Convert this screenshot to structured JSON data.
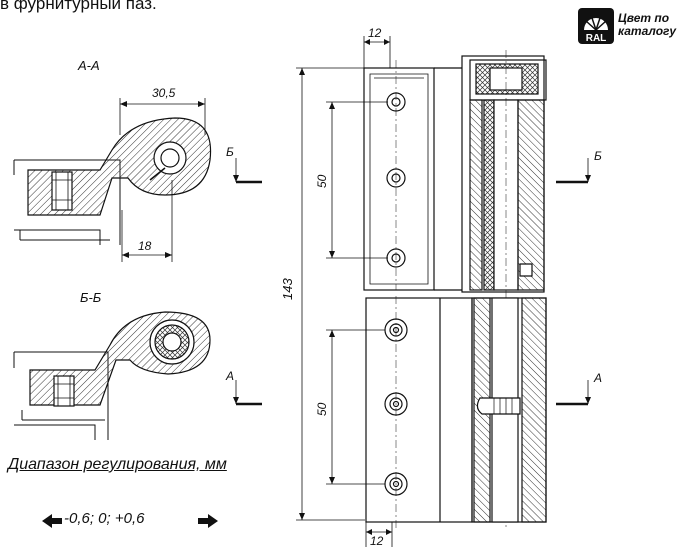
{
  "header": {
    "text": "в фурнитурный паз."
  },
  "badge": {
    "label": "RAL",
    "caption_line1": "Цвет по",
    "caption_line2": "каталогу"
  },
  "section_aa": {
    "title": "А-А",
    "dim_width": "30,5",
    "dim_lower": "18",
    "marker": "Б"
  },
  "section_bb": {
    "title": "Б-Б"
  },
  "front_view": {
    "dim_top": "12",
    "dim_bottom": "12",
    "dim_height": "143",
    "dim_upper_spacing": "50",
    "dim_lower_spacing": "50",
    "marker_b": "Б",
    "marker_a": "А"
  },
  "adjustment": {
    "caption": "Диапазон регулирования, мм",
    "values": "-0,6;  0;  +0,6"
  },
  "colors": {
    "line": "#111111",
    "hatch": "#333333"
  }
}
